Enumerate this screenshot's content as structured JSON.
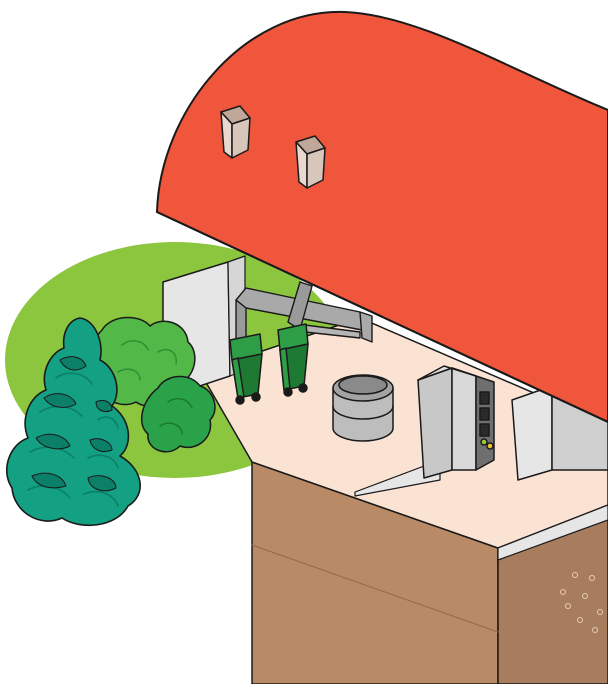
{
  "colors": {
    "background": "#ffffff",
    "outline": "#1a1a1a",
    "roof": "#f0563b",
    "lawn": "#8cc63f",
    "floor": "#fbe3d4",
    "soil_front": "#b88a66",
    "soil_side": "#a77d5e",
    "wall": "#e6e6e6",
    "wall_shade": "#cfcfcf",
    "pipe": "#a9a9a9",
    "bin_green": "#2e9e46",
    "bin_dark": "#1e7a33",
    "tank": "#bdbdbd",
    "cabinet": "#c8c8c8",
    "cabinet_dark": "#6f6f6f",
    "tree": "#13a083",
    "tree_dark": "#0b7f68",
    "shrub_light": "#52b847",
    "shrub": "#2aa24a",
    "vent": "#e8d8cf"
  },
  "icons": {
    "roof": "vaulted-roof",
    "tree": "conifer-tree",
    "shrub": "round-shrub",
    "bins": "wheeled-waste-bin",
    "tank": "cylindrical-tank",
    "cabinet": "control-cabinet"
  }
}
